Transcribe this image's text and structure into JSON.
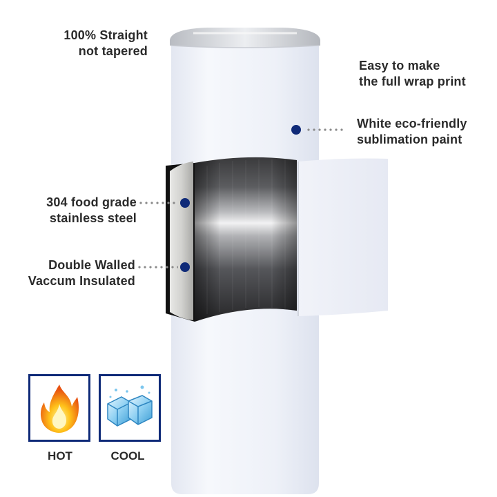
{
  "callouts": {
    "straight": [
      "100% Straight",
      "not tapered"
    ],
    "wrap": [
      "Easy to make",
      "the full wrap print"
    ],
    "paint": [
      "White eco-friendly",
      "sublimation paint"
    ],
    "steel": [
      "304 food grade",
      "stainless steel"
    ],
    "walled": [
      "Double Walled",
      "Vaccum Insulated"
    ]
  },
  "badges": {
    "hot": "HOT",
    "cool": "COOL"
  },
  "colors": {
    "accent": "#0f2a78",
    "tumbler": "#eef1f8",
    "dots": "#8a8a8a"
  },
  "icons": [
    "fire-icon",
    "ice-cubes-icon"
  ]
}
